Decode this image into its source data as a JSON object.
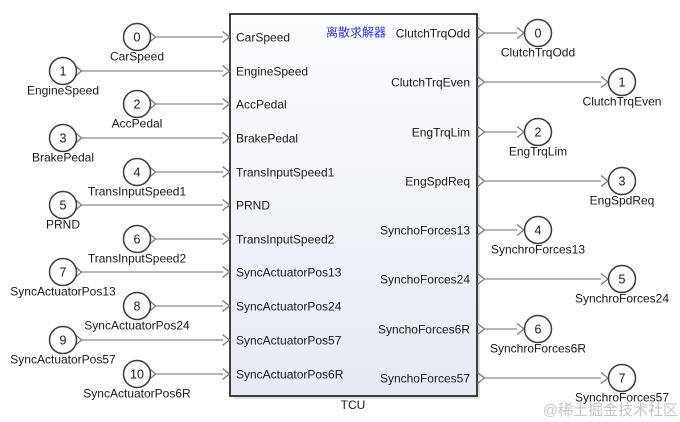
{
  "block": {
    "name": "TCU",
    "solver_annotation": "离散求解器"
  },
  "inputs": [
    {
      "num": "0",
      "label": "CarSpeed",
      "block_label": "CarSpeed"
    },
    {
      "num": "1",
      "label": "EngineSpeed",
      "block_label": "EngineSpeed"
    },
    {
      "num": "2",
      "label": "AccPedal",
      "block_label": "AccPedal"
    },
    {
      "num": "3",
      "label": "BrakePedal",
      "block_label": "BrakePedal"
    },
    {
      "num": "4",
      "label": "TransInputSpeed1",
      "block_label": "TransInputSpeed1"
    },
    {
      "num": "5",
      "label": "PRND",
      "block_label": "PRND"
    },
    {
      "num": "6",
      "label": "TransInputSpeed2",
      "block_label": "TransInputSpeed2"
    },
    {
      "num": "7",
      "label": "SyncActuatorPos13",
      "block_label": "SyncActuatorPos13"
    },
    {
      "num": "8",
      "label": "SyncActuatorPos24",
      "block_label": "SyncActuatorPos24"
    },
    {
      "num": "9",
      "label": "SyncActuatorPos57",
      "block_label": "SyncActuatorPos57"
    },
    {
      "num": "10",
      "label": "SyncActuatorPos6R",
      "block_label": "SyncActuatorPos6R"
    }
  ],
  "outputs": [
    {
      "num": "0",
      "label": "ClutchTrqOdd",
      "block_label": "ClutchTrqOdd"
    },
    {
      "num": "1",
      "label": "ClutchTrqEven",
      "block_label": "ClutchTrqEven"
    },
    {
      "num": "2",
      "label": "EngTrqLim",
      "block_label": "EngTrqLim"
    },
    {
      "num": "3",
      "label": "EngSpdReq",
      "block_label": "EngSpdReq"
    },
    {
      "num": "4",
      "label": "SynchroForces13",
      "block_label": "SynchoForces13"
    },
    {
      "num": "5",
      "label": "SynchroForces24",
      "block_label": "SynchoForces24"
    },
    {
      "num": "6",
      "label": "SynchroForces6R",
      "block_label": "SynchoForces6R"
    },
    {
      "num": "7",
      "label": "SynchroForces57",
      "block_label": "SynchoForces57"
    }
  ],
  "watermark": "@稀土掘金技术社区",
  "colors": {
    "solver_text": "#3232cd",
    "wire": "#8a8a8a",
    "block_border": "#2b2b2b",
    "block_fill_top": "#fcfdff",
    "block_fill_bottom": "#e6eaf3",
    "text": "#1a1a1a",
    "watermark": "#bcbcbc"
  }
}
